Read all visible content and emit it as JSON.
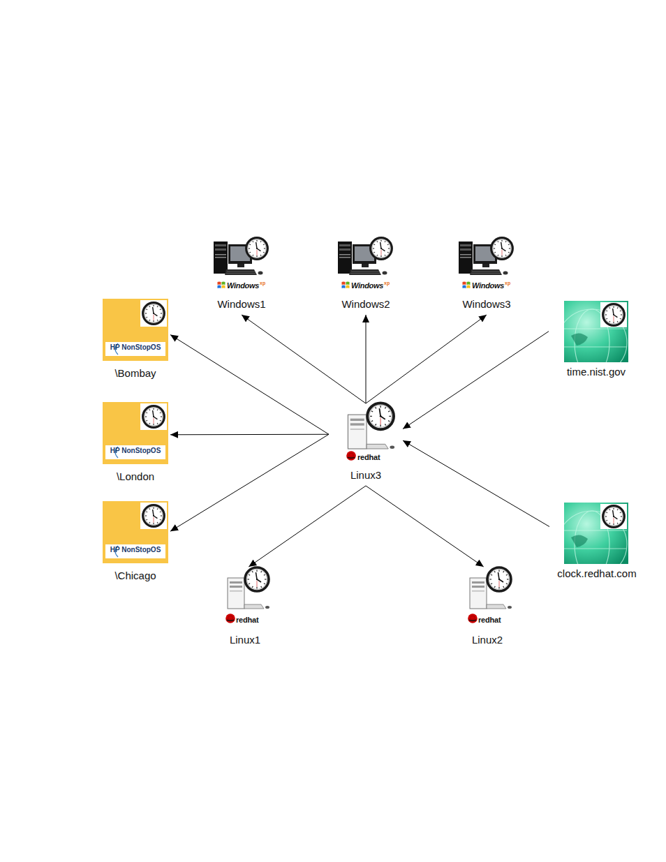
{
  "diagram": {
    "nodes": [
      {
        "text": [
          "Windows",
          "xp",
          "Windows1"
        ]
      },
      {
        "text": [
          "Windows",
          "xp",
          "Windows2"
        ]
      },
      {
        "text": [
          "Windows",
          "xp",
          "Windows3"
        ]
      },
      {
        "text": [
          "HP NonStopOS",
          "\\Bombay"
        ]
      },
      {
        "text": [
          "time.nist.gov"
        ]
      },
      {
        "text": [
          "redhat",
          "Linux3"
        ]
      },
      {
        "text": [
          "HP NonStopOS",
          "\\London"
        ]
      },
      {
        "text": [
          "HP NonStopOS",
          "\\Chicago"
        ]
      },
      {
        "text": [
          "clock.redhat.com"
        ]
      },
      {
        "text": [
          "redhat",
          "Linux1"
        ]
      },
      {
        "text": [
          "redhat",
          "Linux2"
        ]
      }
    ],
    "edges": [
      {
        "from": 5,
        "to": 0,
        "arrow": "to"
      },
      {
        "from": 5,
        "to": 1,
        "arrow": "to"
      },
      {
        "from": 5,
        "to": 2,
        "arrow": "to"
      },
      {
        "from": 5,
        "to": 3,
        "arrow": "to"
      },
      {
        "from": 5,
        "to": 6,
        "arrow": "to"
      },
      {
        "from": 5,
        "to": 7,
        "arrow": "to"
      },
      {
        "from": 5,
        "to": 9,
        "arrow": "to"
      },
      {
        "from": 5,
        "to": 10,
        "arrow": "to"
      },
      {
        "from": 4,
        "to": 5,
        "arrow": "to"
      },
      {
        "from": 8,
        "to": 5,
        "arrow": "to"
      }
    ]
  }
}
